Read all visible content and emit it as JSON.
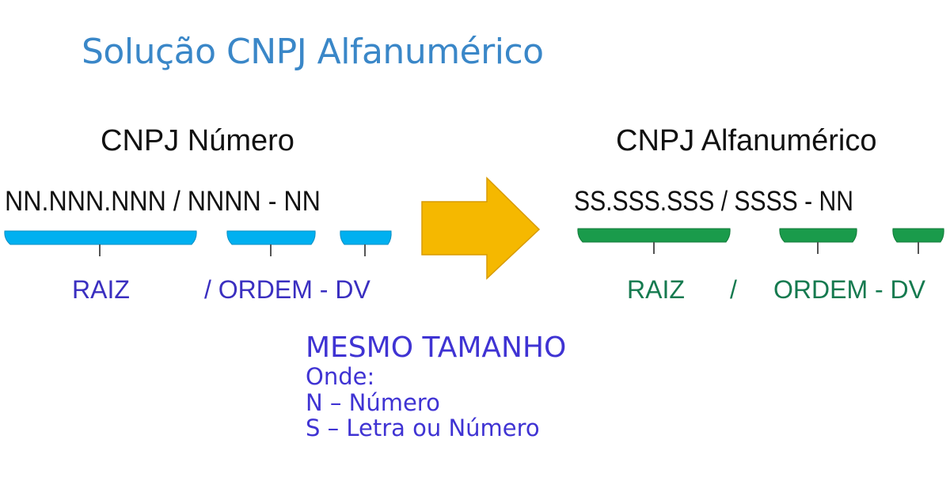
{
  "title": "Solução CNPJ Alfanumérico",
  "left": {
    "heading": "CNPJ Número",
    "code": "NN.NNN.NNN / NNNN - NN",
    "labels": {
      "raiz": "RAIZ",
      "ordem_dv": "/ ORDEM - DV"
    }
  },
  "right": {
    "heading": "CNPJ Alfanumérico",
    "code": "SS.SSS.SSS  /  SSSS  - NN",
    "labels": {
      "raiz": "RAIZ",
      "slash": "/",
      "ordem_dv": "ORDEM - DV"
    }
  },
  "legend": {
    "title": "MESMO TAMANHO",
    "line1": "Onde:",
    "line2": "N – Número",
    "line3": "S – Letra ou Número"
  },
  "colors": {
    "title": "#3a87c8",
    "left_bracket": "#00b0f0",
    "right_bracket": "#1a9b4b",
    "arrow": "#f5b800",
    "left_labels": "#3a2fc0",
    "right_labels": "#157a4f",
    "legend": "#3f33d3"
  }
}
